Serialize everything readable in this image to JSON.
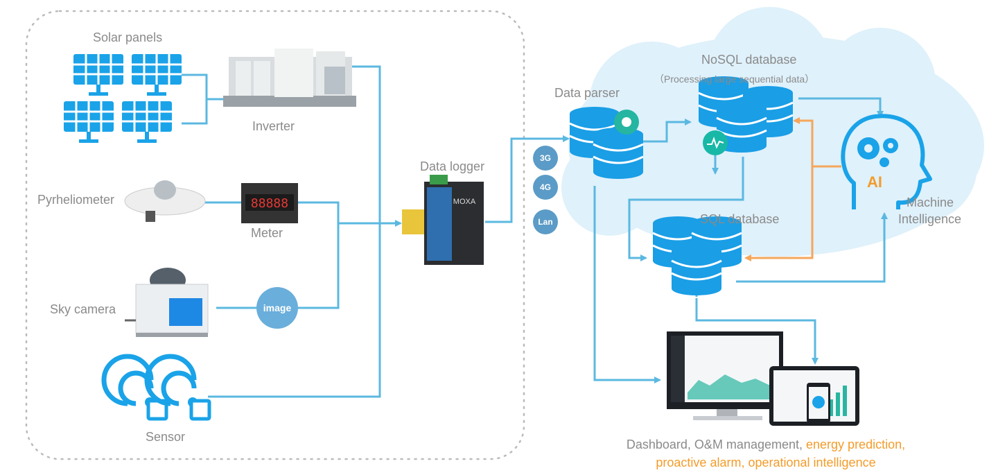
{
  "nodes": {
    "solar_panels": "Solar panels",
    "inverter": "Inverter",
    "pyrheliometer": "Pyrheliometer",
    "meter": "Meter",
    "meter_display": "88888",
    "sky_camera": "Sky camera",
    "image_badge": "image",
    "sensor": "Sensor",
    "data_logger": "Data logger",
    "logger_brand": "MOXA",
    "data_parser": "Data parser",
    "nosql_db": "NoSQL database",
    "nosql_note": "（Processing large sequential data）",
    "sql_db": "SQL database",
    "machine_intelligence_line1": "Machine",
    "machine_intelligence_line2": "Intelligence",
    "ai": "AI"
  },
  "network": [
    "3G",
    "4G",
    "Lan"
  ],
  "caption": {
    "part1": "Dashboard, O&M management,",
    "part2": " energy prediction,",
    "part3": "proactive alarm,  operational intelligence"
  },
  "colors": {
    "line_blue": "#5bb8e0",
    "line_orange": "#f5a65b",
    "icon_blue": "#1aa3e8",
    "cloud": "#dff1fb",
    "db_blue": "#1a9ee6",
    "badge": "#5b9bc7",
    "text_gray": "#8a8a8a",
    "text_orange": "#f39c2b"
  }
}
